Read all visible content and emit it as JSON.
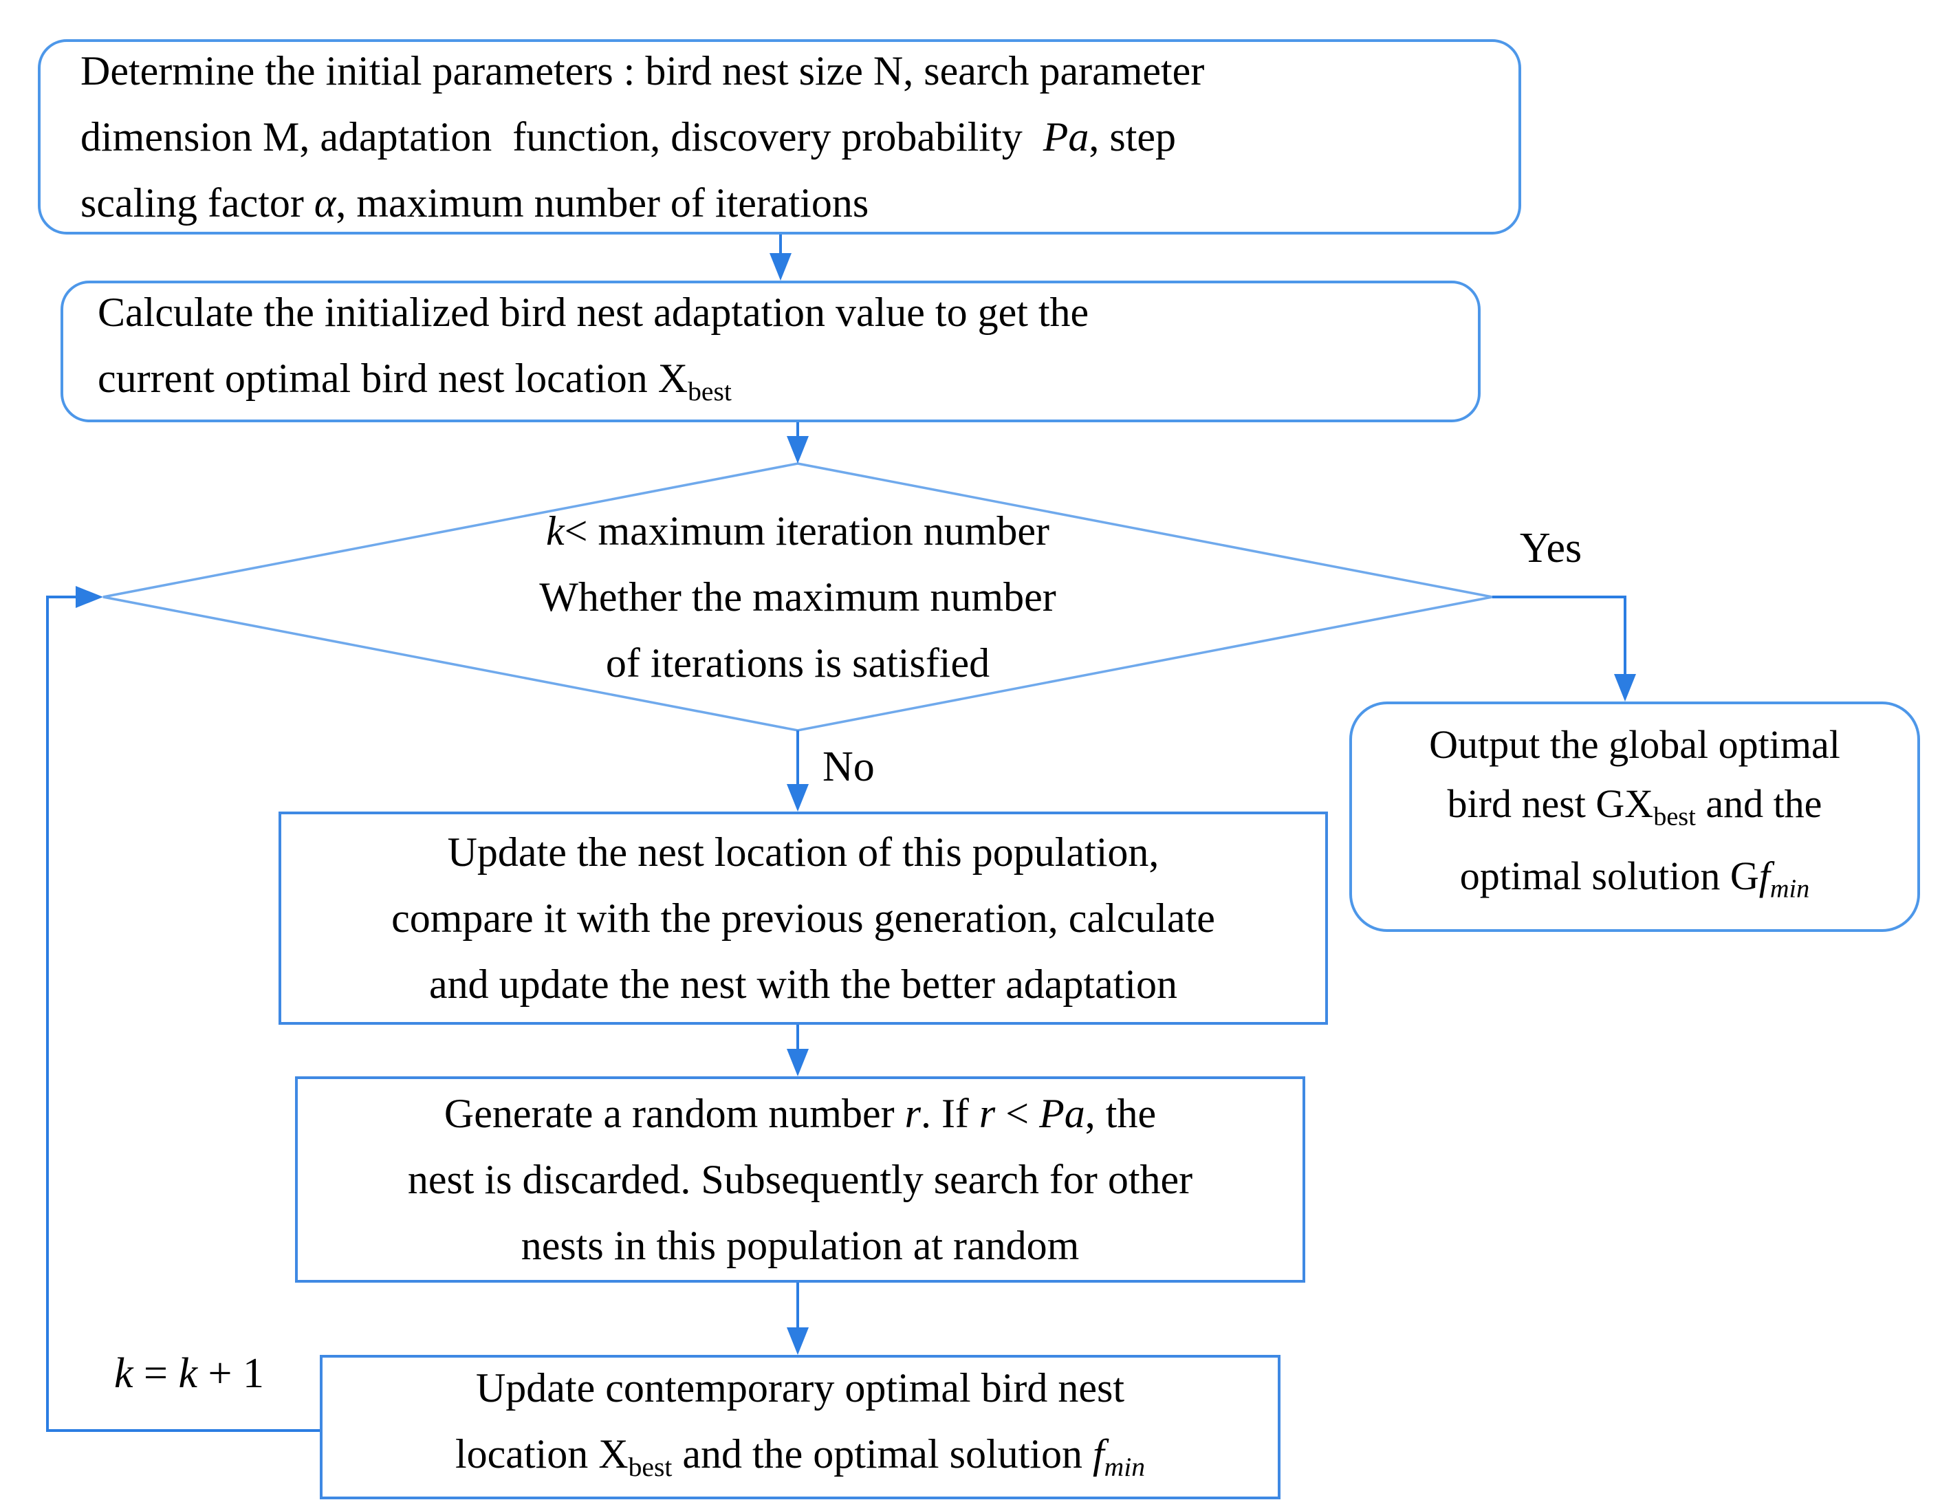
{
  "colors": {
    "line": "#2b7de2",
    "box_border": "#4d97e9",
    "rect_border": "#3f89e3",
    "diamond_border": "#6fa9ec",
    "text": "#000000",
    "bg": "#ffffff"
  },
  "nodes": {
    "init": {
      "l1": "Determine the initial parameters : bird nest size N, search parameter",
      "l2a": "dimension M, adaptation  function, discovery probability  ",
      "l2b": "Pa",
      "l2c": ", step",
      "l3a": "scaling factor ",
      "l3b": "α",
      "l3c": ", maximum number of iterations"
    },
    "calc": {
      "l1": "Calculate the initialized bird nest adaptation value to get the",
      "l2a": "current optimal bird nest location X",
      "l2b": "best"
    },
    "decision": {
      "l1a": "k",
      "l1b": "< maximum iteration number",
      "l2": "Whether the maximum number",
      "l3": "of iterations is satisfied"
    },
    "output": {
      "l1": "Output the global optimal",
      "l2a": "bird nest GX",
      "l2b": "best",
      "l2c": " and the",
      "l3a": "optimal solution G",
      "l3b": "f",
      "l3c": "min"
    },
    "update_nest": {
      "l1": "Update the nest location of this population,",
      "l2": "compare it with the previous generation, calculate",
      "l3": "and update the nest with the better adaptation"
    },
    "random_search": {
      "l1a": "Generate a random number ",
      "l1b": "r",
      "l1c": ". If ",
      "l1d": "r",
      "l1e": " < ",
      "l1f": "Pa",
      "l1g": ", the",
      "l2": "nest is discarded. Subsequently search for other",
      "l3": "nests in this population at random"
    },
    "update_best": {
      "l1": "Update contemporary optimal bird nest",
      "l2a": "location X",
      "l2b": "best",
      "l2c": " and the optimal solution ",
      "l2d": "f",
      "l2e": "min"
    }
  },
  "edges": {
    "yes": "Yes",
    "no": "No",
    "inc_a": "k",
    "inc_b": " = ",
    "inc_c": "k",
    "inc_d": " + 1"
  }
}
